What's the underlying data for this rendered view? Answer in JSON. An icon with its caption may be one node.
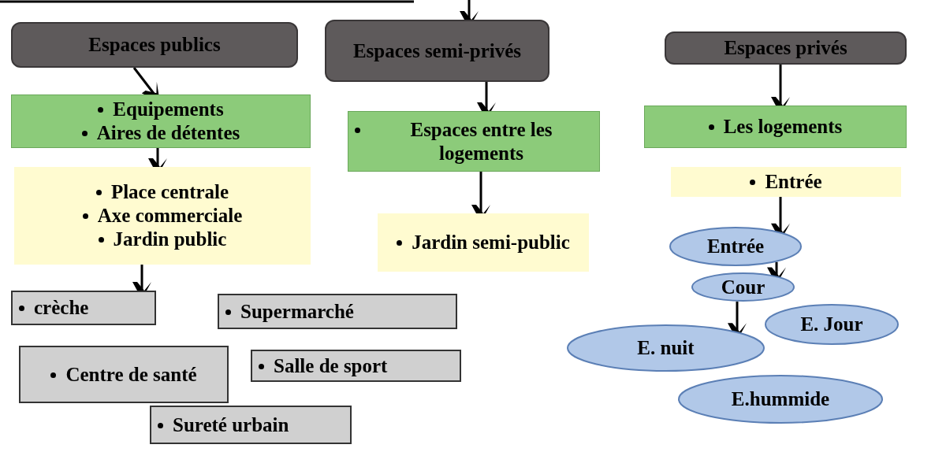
{
  "diagram": {
    "nodes": [
      {
        "text": [
          "Espaces publics"
        ]
      },
      {
        "text": [
          "Espaces semi-privés"
        ]
      },
      {
        "text": [
          "Espaces privés"
        ]
      },
      {
        "text": [
          "Equipements",
          "Aires de détentes"
        ]
      },
      {
        "text": [
          "Espaces entre les logements"
        ]
      },
      {
        "text": [
          "Les logements"
        ]
      },
      {
        "text": [
          "Place centrale",
          "Axe commerciale",
          "Jardin public"
        ]
      },
      {
        "text": [
          "Jardin semi-public"
        ]
      },
      {
        "text": [
          "Entrée"
        ]
      },
      {
        "text": [
          "Entrée"
        ]
      },
      {
        "text": [
          "Cour"
        ]
      },
      {
        "text": [
          "E. Jour"
        ]
      },
      {
        "text": [
          "E. nuit"
        ]
      },
      {
        "text": [
          "E.hummide"
        ]
      },
      {
        "text": [
          "crèche"
        ]
      },
      {
        "text": [
          "Supermarché"
        ]
      },
      {
        "text": [
          "Centre de santé"
        ]
      },
      {
        "text": [
          "Salle de sport"
        ]
      },
      {
        "text": [
          "Sureté urbain"
        ]
      }
    ],
    "edges": [
      {
        "from": null,
        "to": 1,
        "arrow": "to"
      },
      {
        "from": 0,
        "to": 3,
        "arrow": "to"
      },
      {
        "from": 1,
        "to": 4,
        "arrow": "to"
      },
      {
        "from": 2,
        "to": 5,
        "arrow": "to"
      },
      {
        "from": 3,
        "to": 6,
        "arrow": "to"
      },
      {
        "from": 4,
        "to": 7,
        "arrow": "to"
      },
      {
        "from": 6,
        "to": 14,
        "arrow": "to"
      },
      {
        "from": 8,
        "to": 9,
        "arrow": "to"
      },
      {
        "from": 9,
        "to": 10,
        "arrow": "to"
      },
      {
        "from": 10,
        "to": 12,
        "arrow": "to"
      }
    ]
  }
}
